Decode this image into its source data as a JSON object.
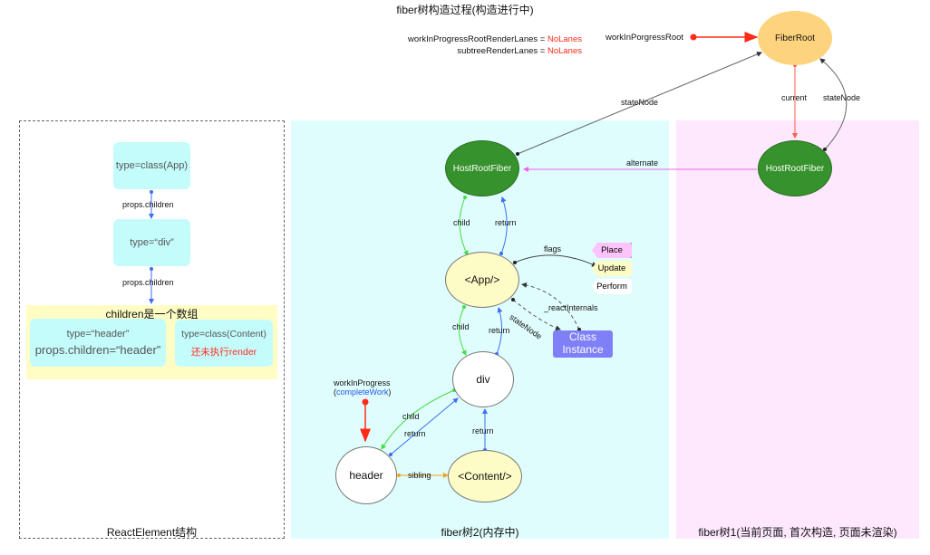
{
  "title": "fiber树构造过程(构造进行中)",
  "lanes": [
    {
      "label": "workInProgressRootRenderLanes = ",
      "value": "NoLanes"
    },
    {
      "label": "subtreeRenderLanes = ",
      "value": "NoLanes"
    }
  ],
  "pointers": {
    "work_in_progress_root": "workInPorgressRoot",
    "work_in_progress": "workInProgress",
    "work_in_progress_open": "(",
    "work_in_progress_phase": "completeWork",
    "work_in_progress_close": ")"
  },
  "panels": {
    "react_element": "ReactElement结构",
    "fiber_wip": "fiber树2(内存中)",
    "fiber_current": "fiber树1(当前页面, 首次构造, 页面未渲染)"
  },
  "react_elements": {
    "app": "type=class(App)",
    "div": "type=“div”",
    "edge_label": "props.children",
    "children_title": "children是一个数组",
    "header_type": "type=“header”",
    "header_children": "props.children=“header”",
    "content_type": "type=class(Content)",
    "content_note": "还未执行render"
  },
  "nodes": {
    "fiber_root": "FiberRoot",
    "host_root_current": "HostRootFiber",
    "host_root_wip": "HostRootFiber",
    "app": "<App/>",
    "div": "div",
    "header": "header",
    "content": "<Content/>",
    "class_instance_line1": "Class",
    "class_instance_line2": "Instance"
  },
  "edges": {
    "current": "current",
    "state_node": "stateNode",
    "alternate": "alternate",
    "child": "child",
    "return": "return",
    "flags": "flags",
    "react_internals": "_reactInternals",
    "sibling": "sibling"
  },
  "flags": [
    {
      "label": "Place",
      "color": "#fdc4fb"
    },
    {
      "label": "Update",
      "color": "#fefcc6"
    },
    {
      "label": "Perform",
      "color": "#ffffff"
    }
  ],
  "colors": {
    "child": "#44dd44",
    "return": "#3b6ef5",
    "alternate": "#f060f0",
    "current": "#ff5a4a",
    "pointer": "#ff2a1a",
    "sibling": "#f5a020",
    "state_node": "#666666"
  }
}
